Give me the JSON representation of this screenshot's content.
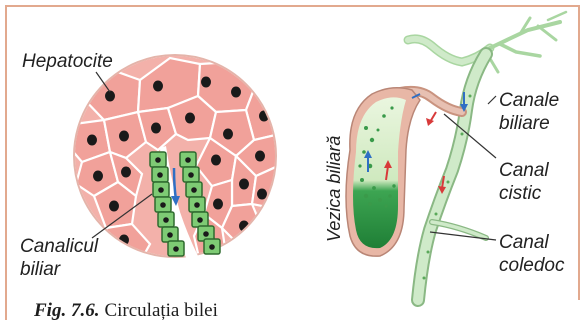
{
  "labels": {
    "hepatocite": "Hepatocite",
    "canalicul_line1": "Canalicul",
    "canalicul_line2": "biliar",
    "vezica": "Vezica biliară",
    "canale_line1": "Canale",
    "canale_line2": "biliare",
    "cistic_line1": "Canal",
    "cistic_line2": "cistic",
    "coledoc_line1": "Canal",
    "coledoc_line2": "coledoc"
  },
  "caption": {
    "number": "Fig. 7.6.",
    "title": "Circulația bilei"
  },
  "colors": {
    "frame_border": "#e2a98e",
    "cell_fill": "#f1a6a0",
    "cell_stroke": "#ffffff",
    "nucleus": "#1a1a1a",
    "canalicul_cell": "#7ecb74",
    "canalicul_stroke": "#2f6b2f",
    "duct_fill": "#c9e8c4",
    "duct_stroke": "#8ab884",
    "gallbladder_wall": "#e8b7a6",
    "bile_green": "#2e9c46",
    "bile_light": "#d8efc9",
    "flow_blue": "#2f6fc4",
    "flow_red": "#d83a3a"
  }
}
